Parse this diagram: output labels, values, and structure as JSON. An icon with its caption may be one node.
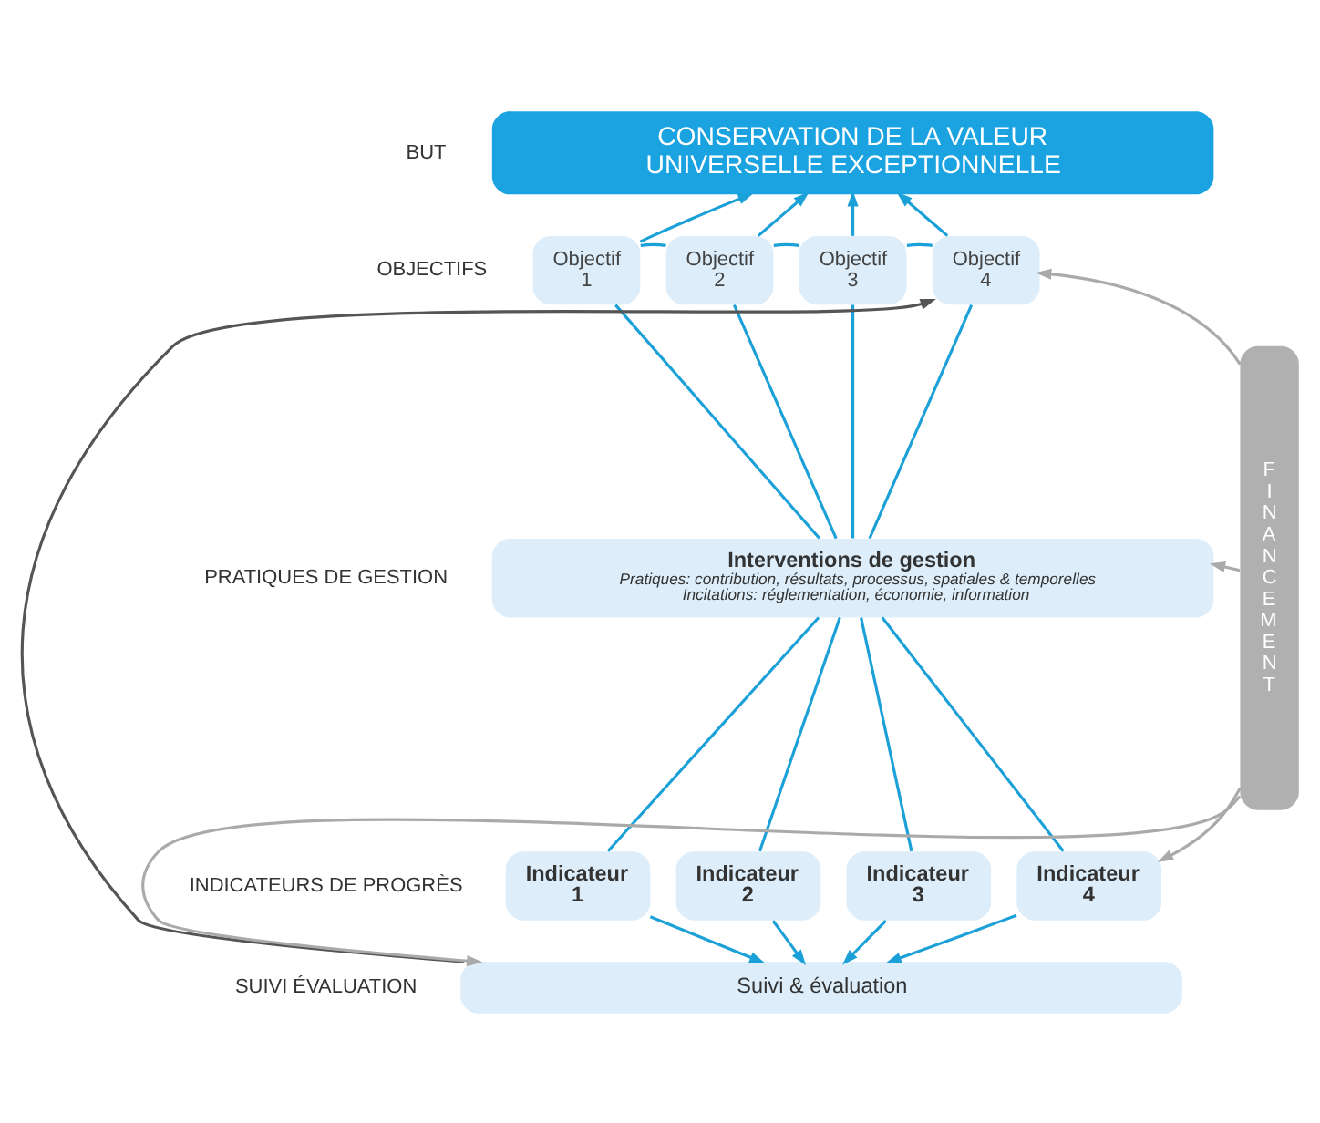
{
  "diagram": {
    "nodes": [
      {
        "text": [
          "CONSERVATION DE LA VALEUR UNIVERSELLE EXCEPTIONNELLE"
        ]
      },
      {
        "text": [
          "Objectif 1"
        ]
      },
      {
        "text": [
          "Objectif 2"
        ]
      },
      {
        "text": [
          "Objectif 3"
        ]
      },
      {
        "text": [
          "Objectif 4"
        ]
      },
      {
        "text": [
          "Interventions de gestion",
          "Pratiques: contribution, résultats, processus, spatiales & temporelles",
          "Incitations: réglementation, économie, information"
        ]
      },
      {
        "text": [
          "Indicateur 1"
        ]
      },
      {
        "text": [
          "Indicateur 2"
        ]
      },
      {
        "text": [
          "Indicateur 3"
        ]
      },
      {
        "text": [
          "Indicateur 4"
        ]
      },
      {
        "text": [
          "Suivi & évaluation"
        ]
      },
      {
        "text": [
          "FINANCEMENT"
        ]
      }
    ],
    "edges": [
      {
        "from": 1,
        "to": 0,
        "arrow": "to"
      },
      {
        "from": 2,
        "to": 0,
        "arrow": "to"
      },
      {
        "from": 3,
        "to": 0,
        "arrow": "to"
      },
      {
        "from": 4,
        "to": 0,
        "arrow": "to"
      },
      {
        "from": 1,
        "to": 2,
        "arrow": "none"
      },
      {
        "from": 2,
        "to": 3,
        "arrow": "none"
      },
      {
        "from": 3,
        "to": 4,
        "arrow": "none"
      },
      {
        "from": 1,
        "to": 5,
        "arrow": "none"
      },
      {
        "from": 2,
        "to": 5,
        "arrow": "none"
      },
      {
        "from": 3,
        "to": 5,
        "arrow": "none"
      },
      {
        "from": 4,
        "to": 5,
        "arrow": "none"
      },
      {
        "from": 5,
        "to": 6,
        "arrow": "none"
      },
      {
        "from": 5,
        "to": 7,
        "arrow": "none"
      },
      {
        "from": 5,
        "to": 8,
        "arrow": "none"
      },
      {
        "from": 5,
        "to": 9,
        "arrow": "none"
      },
      {
        "from": 6,
        "to": 10,
        "arrow": "to"
      },
      {
        "from": 7,
        "to": 10,
        "arrow": "to"
      },
      {
        "from": 8,
        "to": 10,
        "arrow": "to"
      },
      {
        "from": 9,
        "to": 10,
        "arrow": "to"
      },
      {
        "from": 10,
        "to": 4,
        "arrow": "to",
        "color": "#555555"
      },
      {
        "from": 11,
        "to": 4,
        "arrow": "to",
        "color": "#aaaaaa"
      },
      {
        "from": 11,
        "to": 5,
        "arrow": "to",
        "color": "#aaaaaa"
      },
      {
        "from": 11,
        "to": 9,
        "arrow": "to",
        "color": "#aaaaaa"
      },
      {
        "from": 11,
        "to": 10,
        "arrow": "to",
        "color": "#aaaaaa"
      }
    ],
    "labels": [
      "BUT",
      "OBJECTIFS",
      "PRATIQUES DE GESTION",
      "INDICATEURS DE PROGRÈS",
      "SUIVI ÉVALUATION"
    ]
  }
}
